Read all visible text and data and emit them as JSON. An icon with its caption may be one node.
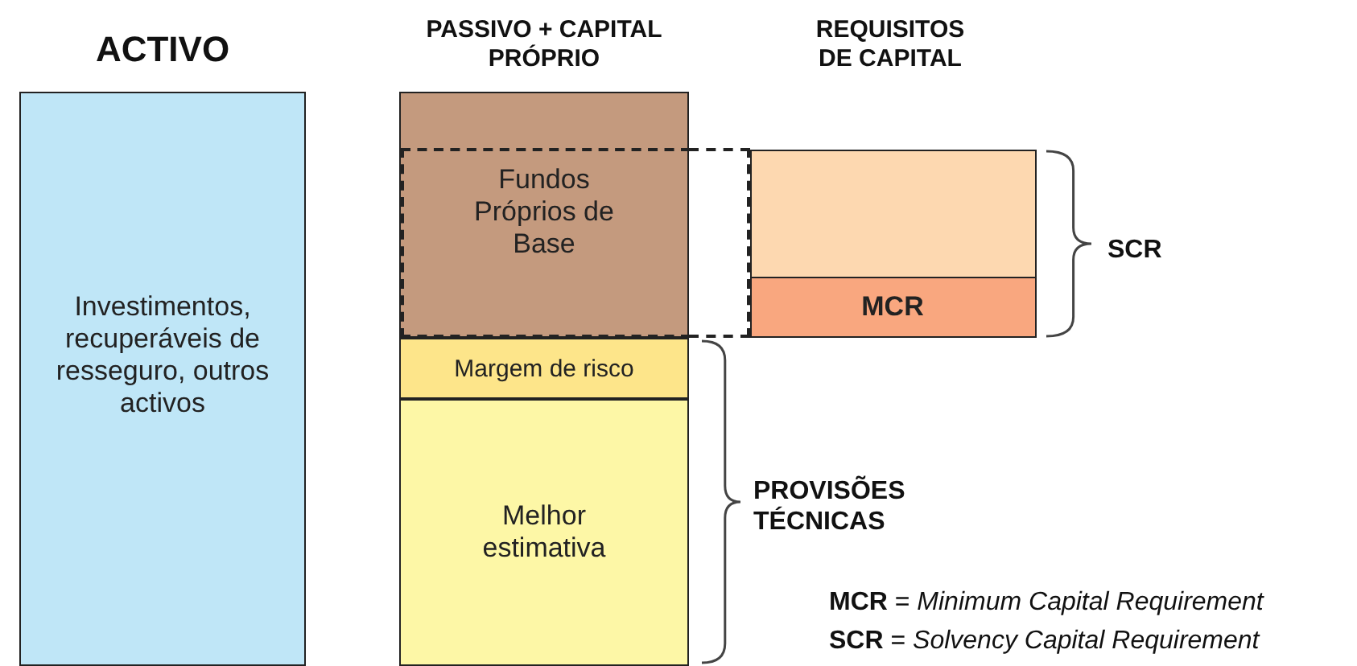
{
  "diagram": {
    "nodes": [
      {
        "text": [
          "Investimentos, recuperáveis de resseguro, outros activos"
        ],
        "beside": [
          "ACTIVO"
        ]
      },
      {
        "text": [
          "Fundos Próprios de Base"
        ]
      },
      {
        "text": [
          "Margem de risco"
        ]
      },
      {
        "text": [
          "Melhor estimativa"
        ]
      },
      {
        "text": [],
        "shape": "box"
      },
      {
        "text": [
          "MCR"
        ],
        "in": 4
      },
      {
        "text": [],
        "shape": "box"
      }
    ],
    "labels": [
      "PASSIVO + CAPITAL PRÓPRIO",
      "REQUISITOS DE CAPITAL",
      "SCR",
      "PROVISÕES TÉCNICAS",
      "**MCR** = *Minimum Capital Requirement*",
      "**SCR** = *Solvency Capital Requirement*"
    ]
  }
}
